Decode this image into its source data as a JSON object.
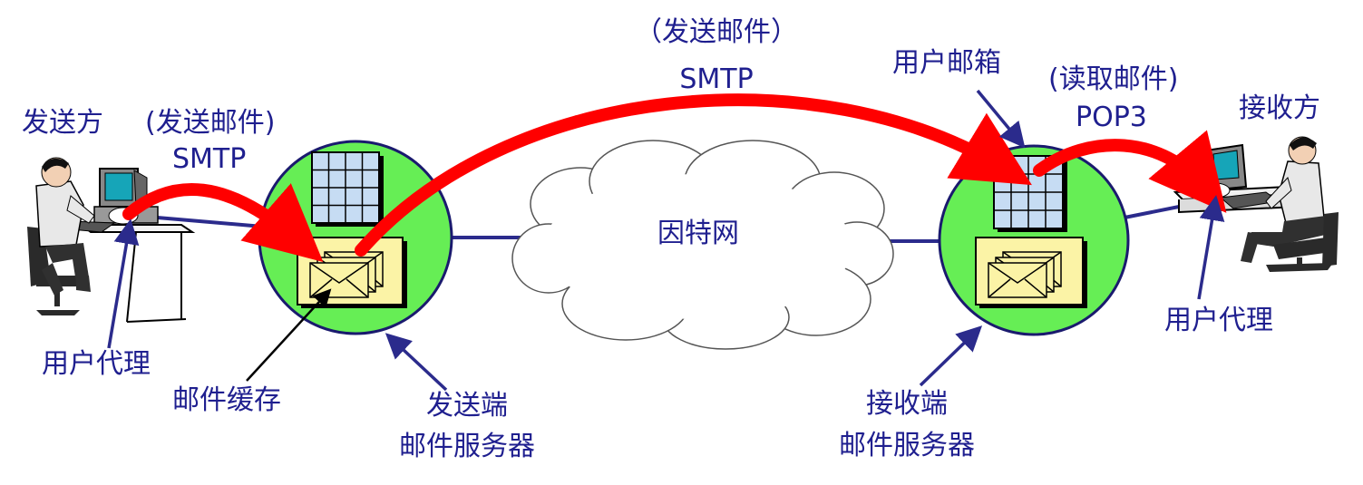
{
  "labels": {
    "sender": "发送方",
    "receiver": "接收方",
    "send_mail_left": "(发送邮件)",
    "smtp_left": "SMTP",
    "send_mail_top": "（发送邮件）",
    "smtp_top": "SMTP",
    "mailbox": "用户邮箱",
    "read_mail": "(读取邮件)",
    "pop3": "POP3",
    "internet": "因特网",
    "user_agent_left": "用户代理",
    "user_agent_right": "用户代理",
    "mail_cache": "邮件缓存",
    "sender_server_1": "发送端",
    "sender_server_2": "邮件服务器",
    "receiver_server_1": "接收端",
    "receiver_server_2": "邮件服务器"
  },
  "colors": {
    "label_text": "#1f1f8f",
    "server_circle": "#66ee55",
    "flow_arrow": "#ff0000",
    "pointer_arrow": "#2b2b8c",
    "mailbox_grid": "#c6dcf3",
    "mail_cache_box": "#fbf3a6"
  }
}
